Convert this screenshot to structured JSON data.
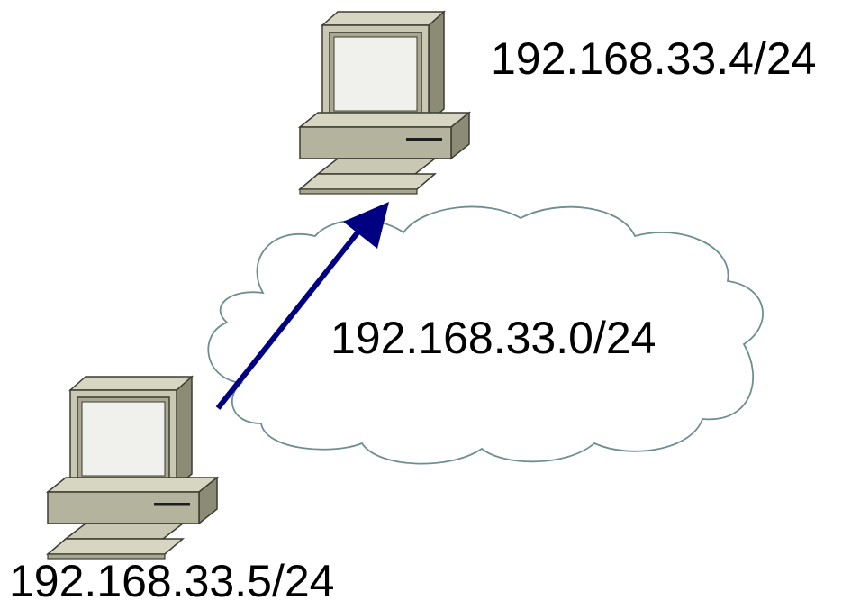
{
  "diagram": {
    "nodes": {
      "destination": {
        "ip": "192.168.33.4/24",
        "icon": "desktop-computer-icon"
      },
      "source": {
        "ip": "192.168.33.5/24",
        "icon": "desktop-computer-icon"
      }
    },
    "network": {
      "label": "192.168.33.0/24",
      "icon": "cloud-icon"
    },
    "arrow": {
      "from": "source",
      "to": "destination"
    }
  },
  "colors": {
    "arrow": "#000080",
    "cloud_stroke": "#6F8F8F",
    "computer_light": "#C8C8B4",
    "computer_mid": "#B4B49E",
    "computer_dark": "#8C8C76",
    "computer_outline": "#3C3C30"
  }
}
